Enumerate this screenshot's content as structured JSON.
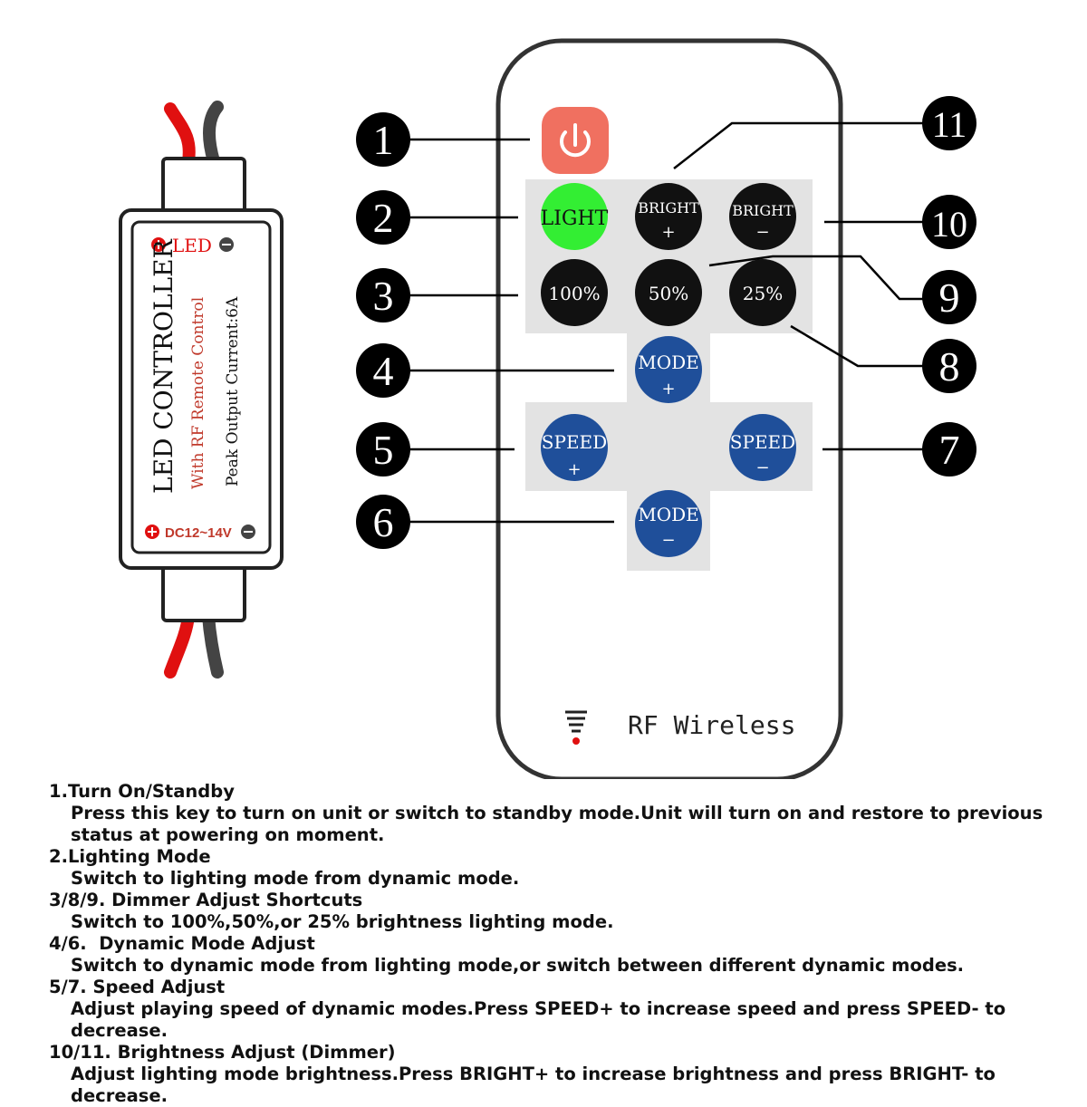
{
  "controller": {
    "led_label": "LED",
    "title": "LED CONTROLLER",
    "subtitle": "With RF Remote Control",
    "output": "Peak Output Current:6A",
    "power_label": "DC12~14V"
  },
  "remote": {
    "buttons": {
      "light": "LIGHT",
      "bright_plus_1": "BRIGHT",
      "bright_plus_2": "+",
      "bright_minus_1": "BRIGHT",
      "bright_minus_2": "−",
      "p100": "100%",
      "p50": "50%",
      "p25": "25%",
      "mode_plus_1": "MODE",
      "mode_plus_2": "+",
      "speed_plus_1": "SPEED",
      "speed_plus_2": "+",
      "speed_minus_1": "SPEED",
      "speed_minus_2": "−",
      "mode_minus_1": "MODE",
      "mode_minus_2": "−"
    },
    "footer": "RF Wireless"
  },
  "callouts": [
    "1",
    "2",
    "3",
    "4",
    "5",
    "6",
    "7",
    "8",
    "9",
    "10",
    "11"
  ],
  "descriptions": [
    {
      "head": "1.Turn On/Standby",
      "body": "Press this key to turn on unit or switch to standby mode.Unit will turn on and restore to previous status at powering on moment."
    },
    {
      "head": "2.Lighting Mode",
      "body": "Switch to lighting mode from dynamic mode."
    },
    {
      "head": "3/8/9. Dimmer Adjust Shortcuts",
      "body": "Switch to 100%,50%,or 25% brightness lighting mode."
    },
    {
      "head": "4/6.  Dynamic Mode Adjust",
      "body": "Switch to dynamic mode from lighting mode,or switch between different dynamic modes."
    },
    {
      "head": "5/7. Speed Adjust",
      "body": "Adjust playing speed of dynamic modes.Press SPEED+ to increase speed and press SPEED- to decrease."
    },
    {
      "head": "10/11. Brightness Adjust (Dimmer)",
      "body": "Adjust lighting mode brightness.Press BRIGHT+ to increase brightness and press BRIGHT- to decrease."
    }
  ],
  "colors": {
    "power_button": "#f07060",
    "light_button": "#33ee33",
    "dark_button": "#111111",
    "blue_button": "#1f4f9a",
    "key_panel": "#e3e3e3",
    "wire_red": "#e01010",
    "callout": "#000000"
  },
  "icons": [
    "power-icon",
    "wireless-signal-icon",
    "plus-terminal-icon",
    "minus-terminal-icon"
  ]
}
